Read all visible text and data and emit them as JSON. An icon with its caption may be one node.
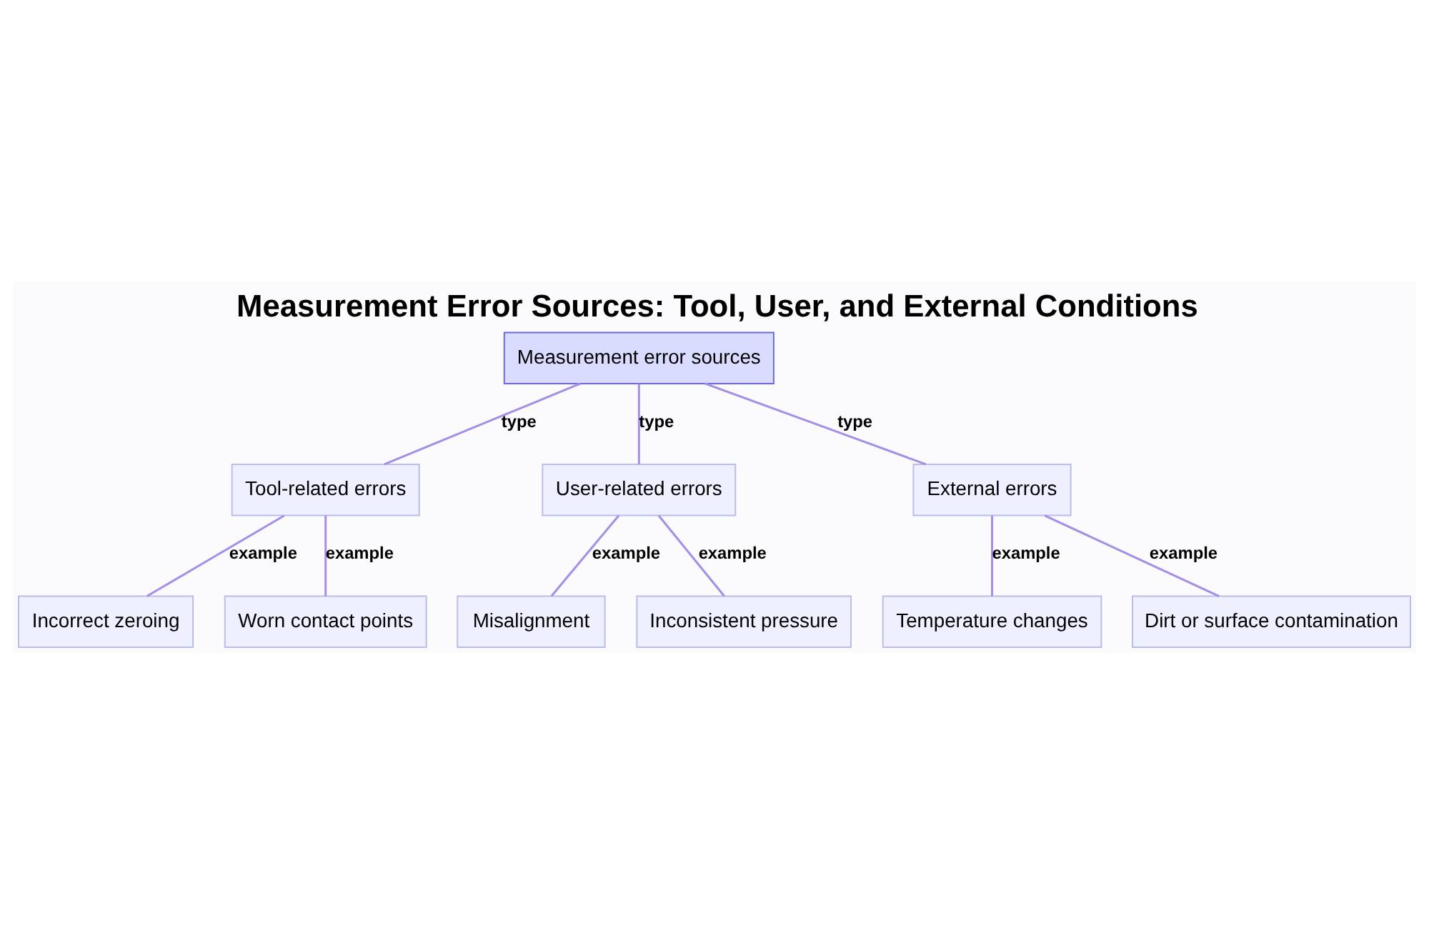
{
  "diagram": {
    "title": "Measurement Error Sources: Tool, User, and External Conditions",
    "nodes": [
      {
        "text": [
          "Measurement error sources"
        ]
      },
      {
        "text": [
          "Tool-related errors"
        ]
      },
      {
        "text": [
          "User-related errors"
        ]
      },
      {
        "text": [
          "External errors"
        ]
      },
      {
        "text": [
          "Incorrect zeroing"
        ]
      },
      {
        "text": [
          "Worn contact points"
        ]
      },
      {
        "text": [
          "Misalignment"
        ]
      },
      {
        "text": [
          "Inconsistent pressure"
        ]
      },
      {
        "text": [
          "Temperature changes"
        ]
      },
      {
        "text": [
          "Dirt or surface contamination"
        ]
      }
    ],
    "edges": [
      {
        "from": 0,
        "to": 1,
        "arrow": "none",
        "label": "type"
      },
      {
        "from": 0,
        "to": 2,
        "arrow": "none",
        "label": "type"
      },
      {
        "from": 0,
        "to": 3,
        "arrow": "none",
        "label": "type"
      },
      {
        "from": 1,
        "to": 4,
        "arrow": "none",
        "label": "example"
      },
      {
        "from": 1,
        "to": 5,
        "arrow": "none",
        "label": "example"
      },
      {
        "from": 2,
        "to": 6,
        "arrow": "none",
        "label": "example"
      },
      {
        "from": 2,
        "to": 7,
        "arrow": "none",
        "label": "example"
      },
      {
        "from": 3,
        "to": 8,
        "arrow": "none",
        "label": "example"
      },
      {
        "from": 3,
        "to": 9,
        "arrow": "none",
        "label": "example"
      }
    ]
  }
}
